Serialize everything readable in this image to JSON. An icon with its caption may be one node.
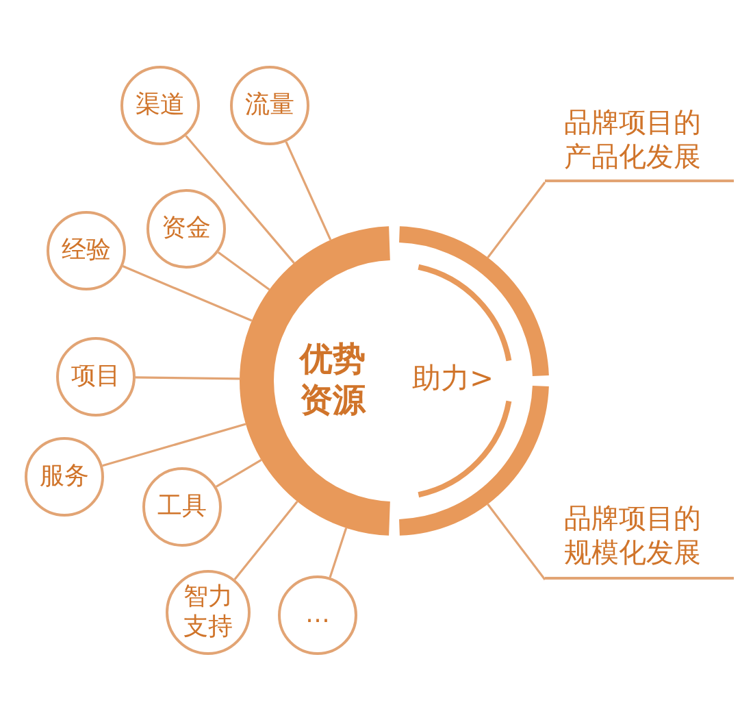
{
  "diagram": {
    "nodes": [
      {
        "text": [
          "优势资源",
          "助力>"
        ]
      },
      {
        "text": [
          "渠道"
        ]
      },
      {
        "text": [
          "流量"
        ]
      },
      {
        "text": [
          "资金"
        ]
      },
      {
        "text": [
          "经验"
        ]
      },
      {
        "text": [
          "项目"
        ]
      },
      {
        "text": [
          "服务"
        ]
      },
      {
        "text": [
          "工具"
        ]
      },
      {
        "text": [
          "智力支持"
        ]
      },
      {
        "text": [
          "…"
        ]
      },
      {
        "text": [
          "品牌项目的产品化发展"
        ]
      },
      {
        "text": [
          "品牌项目的规模化发展"
        ]
      }
    ],
    "edges": [
      {
        "from": 1,
        "to": 0,
        "arrow": "none"
      },
      {
        "from": 2,
        "to": 0,
        "arrow": "none"
      },
      {
        "from": 3,
        "to": 0,
        "arrow": "none"
      },
      {
        "from": 4,
        "to": 0,
        "arrow": "none"
      },
      {
        "from": 5,
        "to": 0,
        "arrow": "none"
      },
      {
        "from": 6,
        "to": 0,
        "arrow": "none"
      },
      {
        "from": 7,
        "to": 0,
        "arrow": "none"
      },
      {
        "from": 8,
        "to": 0,
        "arrow": "none"
      },
      {
        "from": 9,
        "to": 0,
        "arrow": "none"
      },
      {
        "from": 0,
        "to": 10,
        "arrow": "none"
      },
      {
        "from": 0,
        "to": 11,
        "arrow": "none"
      }
    ]
  }
}
